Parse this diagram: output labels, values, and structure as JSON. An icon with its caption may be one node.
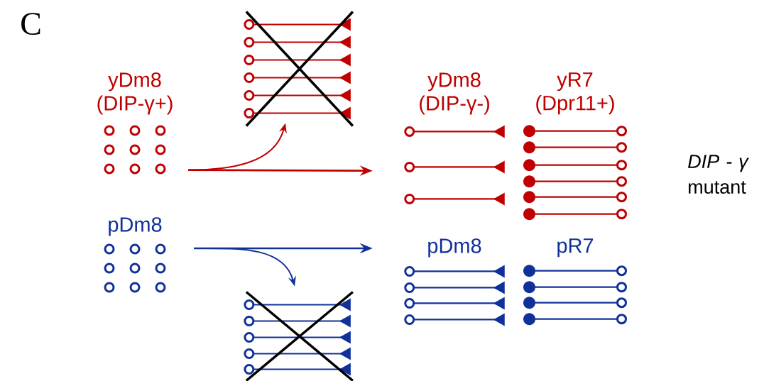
{
  "diagram": {
    "nodes": [
      {
        "text": [
          "yDm8 (DIP-γ+)"
        ]
      },
      {
        "text": [],
        "shape": "picture"
      },
      {
        "text": [
          "yDm8 (DIP-γ-)"
        ]
      },
      {
        "text": [
          "yR7 (Dpr11+)"
        ]
      },
      {
        "text": [
          "pDm8"
        ]
      },
      {
        "text": [],
        "shape": "picture"
      },
      {
        "text": [
          "pDm8"
        ]
      },
      {
        "text": [
          "pR7"
        ]
      }
    ],
    "edges": [
      {
        "from": 0,
        "to": 2,
        "arrow": "to",
        "color": "#c00000"
      },
      {
        "from": 0,
        "to": 1,
        "arrow": "to",
        "color": "#c00000"
      },
      {
        "from": 4,
        "to": 6,
        "arrow": "to",
        "color": "#10309a"
      },
      {
        "from": 4,
        "to": 5,
        "arrow": "to",
        "color": "#10309a"
      }
    ],
    "labels": [
      "C",
      "*DIP - γ* mutant"
    ]
  }
}
